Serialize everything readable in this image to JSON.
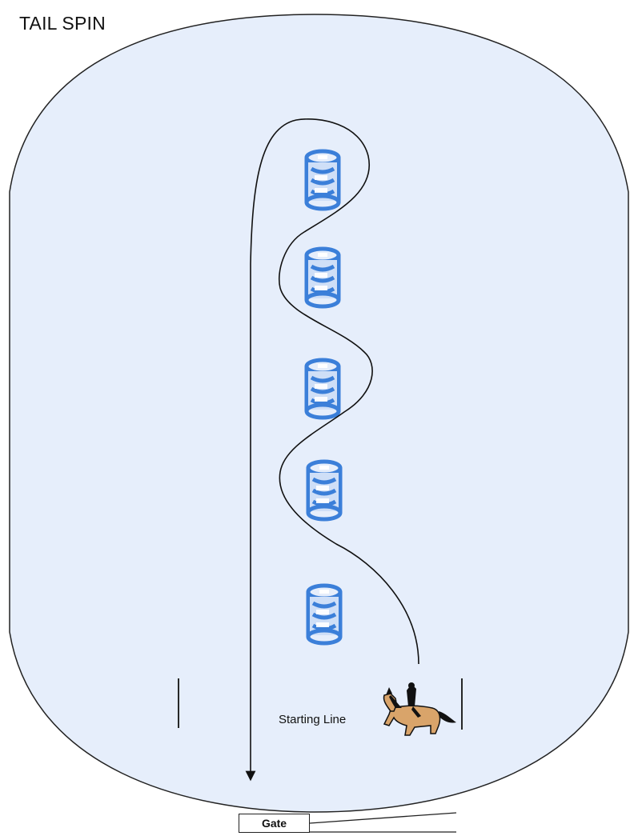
{
  "title": "TAIL SPIN",
  "labels": {
    "starting_line": "Starting Line",
    "gate": "Gate"
  },
  "barrels": {
    "count": 5,
    "icon": "barrel-icon",
    "color": "#3b7fd9"
  },
  "rider": {
    "icon": "horse-rider-icon"
  },
  "colors": {
    "arena_fill": "#e6eefb",
    "arena_stroke": "#222222",
    "path_stroke": "#111111",
    "barrel": "#3b7fd9",
    "horse": "#d9a46a"
  }
}
